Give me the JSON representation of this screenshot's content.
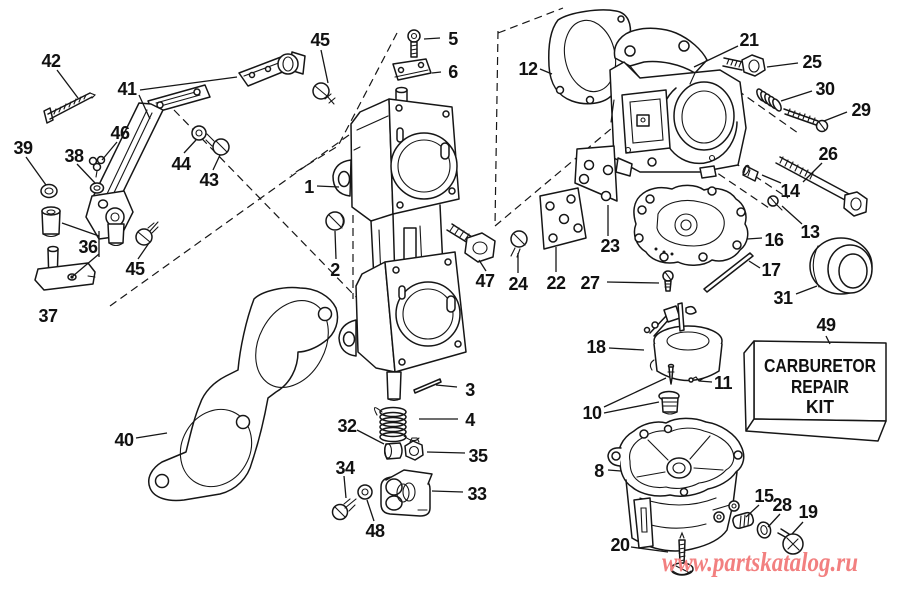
{
  "diagram": {
    "title_hidden": "",
    "callouts": [
      {
        "n": "1"
      },
      {
        "n": "2"
      },
      {
        "n": "3"
      },
      {
        "n": "4"
      },
      {
        "n": "5"
      },
      {
        "n": "6"
      },
      {
        "n": "8"
      },
      {
        "n": "10"
      },
      {
        "n": "11"
      },
      {
        "n": "12"
      },
      {
        "n": "13"
      },
      {
        "n": "14"
      },
      {
        "n": "15"
      },
      {
        "n": "16"
      },
      {
        "n": "17"
      },
      {
        "n": "18"
      },
      {
        "n": "19"
      },
      {
        "n": "20"
      },
      {
        "n": "21"
      },
      {
        "n": "22"
      },
      {
        "n": "23"
      },
      {
        "n": "24"
      },
      {
        "n": "25"
      },
      {
        "n": "26"
      },
      {
        "n": "27"
      },
      {
        "n": "28"
      },
      {
        "n": "29"
      },
      {
        "n": "30"
      },
      {
        "n": "31"
      },
      {
        "n": "32"
      },
      {
        "n": "33"
      },
      {
        "n": "34"
      },
      {
        "n": "35"
      },
      {
        "n": "36"
      },
      {
        "n": "37"
      },
      {
        "n": "38"
      },
      {
        "n": "39"
      },
      {
        "n": "40"
      },
      {
        "n": "41"
      },
      {
        "n": "42"
      },
      {
        "n": "43"
      },
      {
        "n": "44"
      },
      {
        "n": "45"
      },
      {
        "n": "45"
      },
      {
        "n": "46"
      },
      {
        "n": "47"
      },
      {
        "n": "48"
      },
      {
        "n": "49"
      }
    ],
    "kit": {
      "lines": [
        "CARBURETOR",
        "REPAIR",
        "KIT"
      ]
    },
    "watermark": "www.partskatalog.ru",
    "colors": {
      "line": "#161616",
      "watermark": "#f28080",
      "background": "#ffffff"
    }
  }
}
